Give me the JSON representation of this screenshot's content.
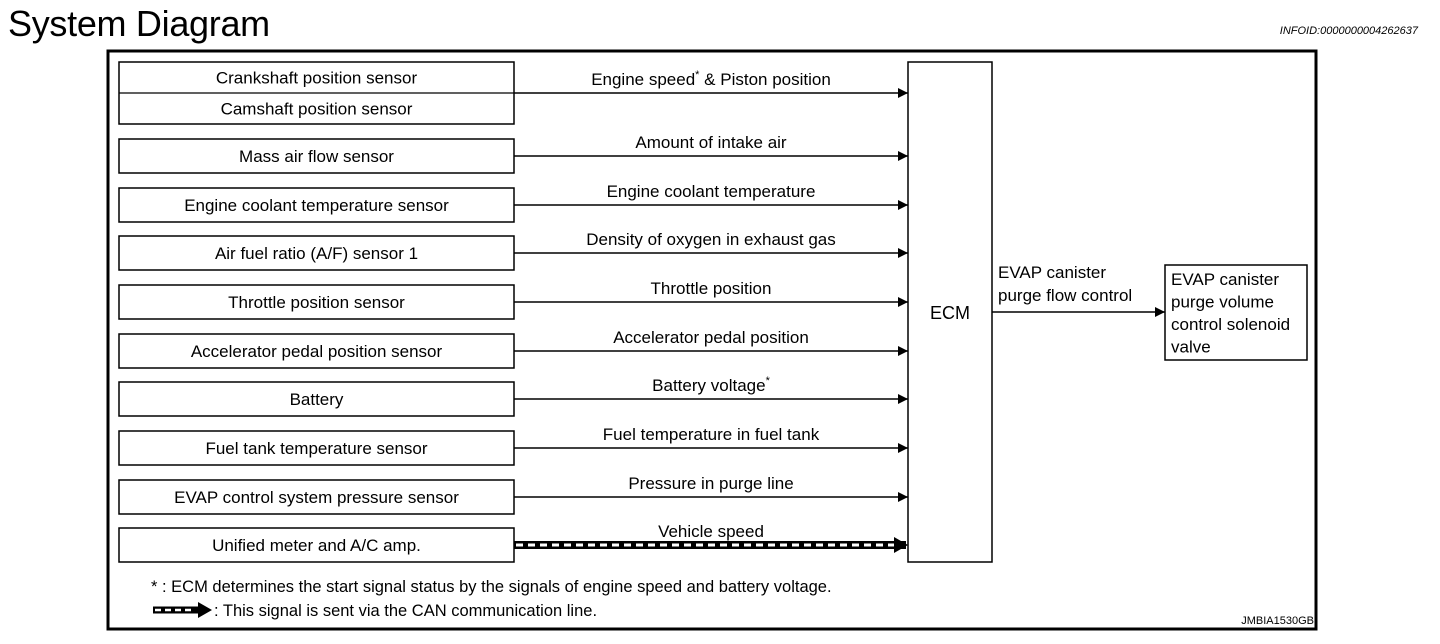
{
  "page": {
    "title": "System Diagram",
    "info_id": "INFOID:0000000004262637",
    "figure_code": "JMBIA1530GB"
  },
  "inputs": [
    {
      "sensors": [
        "Crankshaft position sensor",
        "Camshaft position sensor"
      ],
      "signal": "Engine speed",
      "signal_mark": "*",
      "signal_suffix": " & Piston position",
      "link": "standard"
    },
    {
      "sensors": [
        "Mass air flow sensor"
      ],
      "signal": "Amount of intake air",
      "signal_mark": "",
      "signal_suffix": "",
      "link": "standard"
    },
    {
      "sensors": [
        "Engine coolant temperature sensor"
      ],
      "signal": "Engine coolant temperature",
      "signal_mark": "",
      "signal_suffix": "",
      "link": "standard"
    },
    {
      "sensors": [
        "Air fuel ratio (A/F) sensor 1"
      ],
      "signal": "Density of oxygen in exhaust gas",
      "signal_mark": "",
      "signal_suffix": "",
      "link": "standard"
    },
    {
      "sensors": [
        "Throttle position sensor"
      ],
      "signal": "Throttle position",
      "signal_mark": "",
      "signal_suffix": "",
      "link": "standard"
    },
    {
      "sensors": [
        "Accelerator pedal position sensor"
      ],
      "signal": "Accelerator pedal position",
      "signal_mark": "",
      "signal_suffix": "",
      "link": "standard"
    },
    {
      "sensors": [
        "Battery"
      ],
      "signal": "Battery voltage",
      "signal_mark": "*",
      "signal_suffix": "",
      "link": "standard"
    },
    {
      "sensors": [
        "Fuel tank temperature sensor"
      ],
      "signal": "Fuel temperature in fuel tank",
      "signal_mark": "",
      "signal_suffix": "",
      "link": "standard"
    },
    {
      "sensors": [
        "EVAP control system pressure sensor"
      ],
      "signal": "Pressure in purge line",
      "signal_mark": "",
      "signal_suffix": "",
      "link": "standard"
    },
    {
      "sensors": [
        "Unified meter and A/C amp."
      ],
      "signal": "Vehicle speed",
      "signal_mark": "",
      "signal_suffix": "",
      "link": "can"
    }
  ],
  "controller": {
    "label": "ECM"
  },
  "output": {
    "signal_lines": [
      "EVAP canister",
      "purge flow control"
    ],
    "actuator_lines": [
      "EVAP canister",
      "purge volume",
      "control solenoid",
      "valve"
    ]
  },
  "notes": {
    "asterisk_note": "* : ECM determines the start signal status by the signals of engine speed and battery voltage.",
    "can_note": ": This signal is sent via the CAN communication line."
  }
}
